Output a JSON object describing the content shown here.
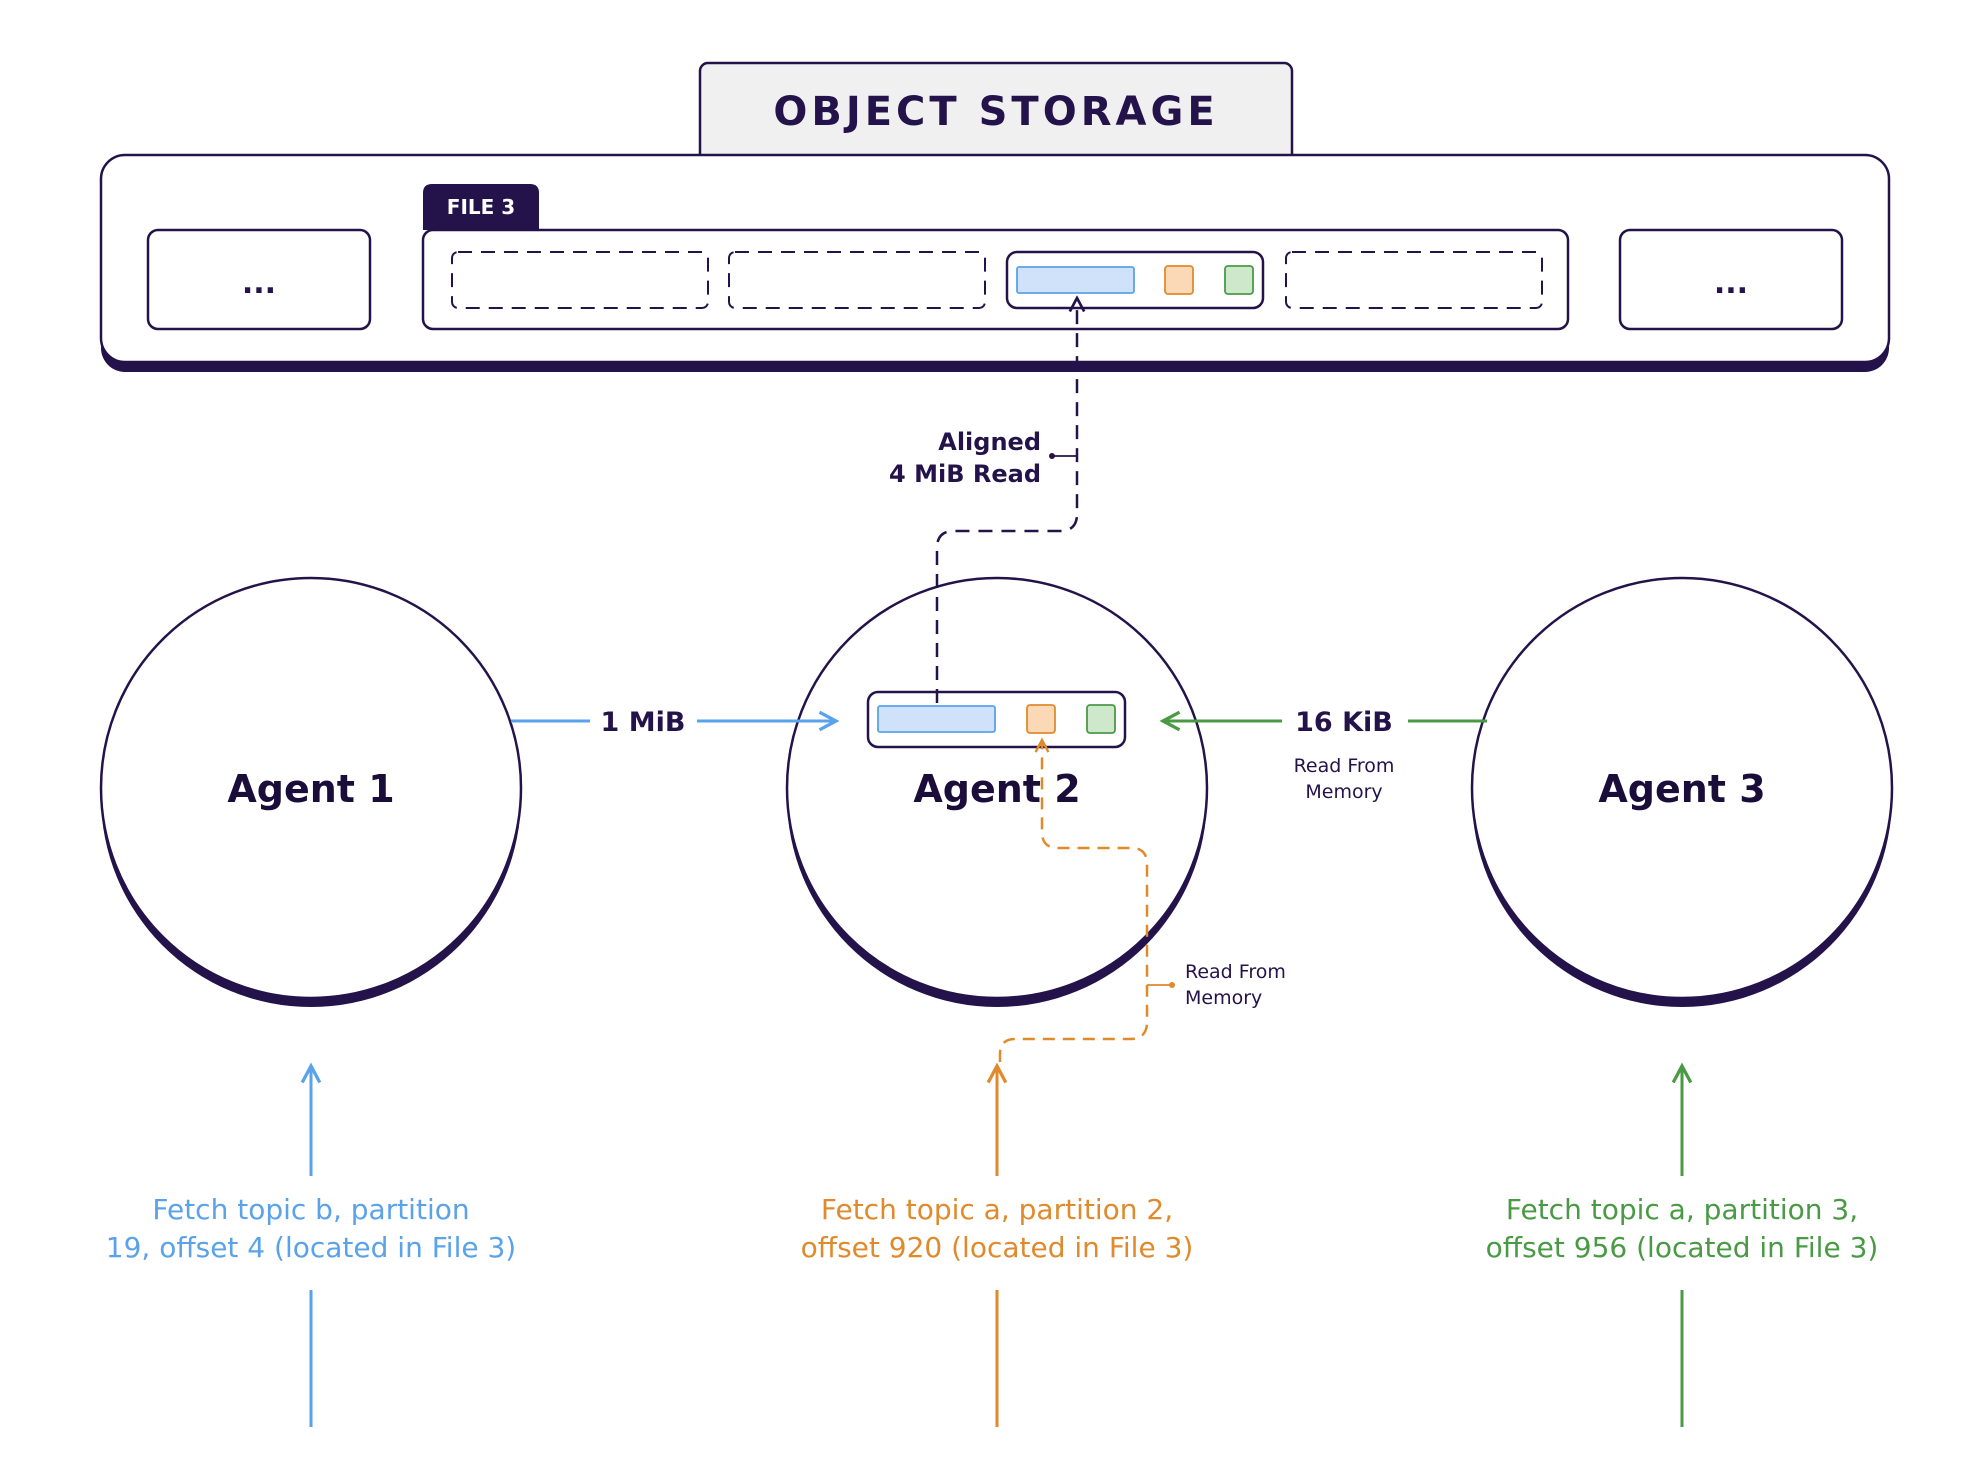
{
  "storage": {
    "title": "OBJECT STORAGE",
    "file_tab": "FILE 3",
    "left_placeholder": "...",
    "right_placeholder": "..."
  },
  "agents": [
    {
      "name": "Agent 1"
    },
    {
      "name": "Agent 2"
    },
    {
      "name": "Agent 3"
    }
  ],
  "flows": {
    "aligned_read": [
      "Aligned",
      "4 MiB Read"
    ],
    "agent1_to_agent2": "1 MiB",
    "agent3_to_agent2": "16 KiB",
    "agent3_read_from_memory": [
      "Read From",
      "Memory"
    ],
    "agent2_read_from_memory": [
      "Read From",
      "Memory"
    ]
  },
  "requests": [
    {
      "lines": [
        "Fetch topic b, partition",
        "19, offset 4 (located in File 3)"
      ]
    },
    {
      "lines": [
        "Fetch topic a, partition 2,",
        "offset 920 (located in File 3)"
      ]
    },
    {
      "lines": [
        "Fetch topic a, partition 3,",
        "offset 956  (located in File 3)"
      ]
    }
  ],
  "colors": {
    "dark": "#24134a",
    "blue": "#5aa2ea",
    "orange": "#e08a2c",
    "green": "#4a9a45",
    "blue_fill": "#cfe2fa",
    "orange_fill": "#fbd9b6",
    "green_fill": "#cde8cb",
    "tab_bg": "#f0f0f0"
  }
}
